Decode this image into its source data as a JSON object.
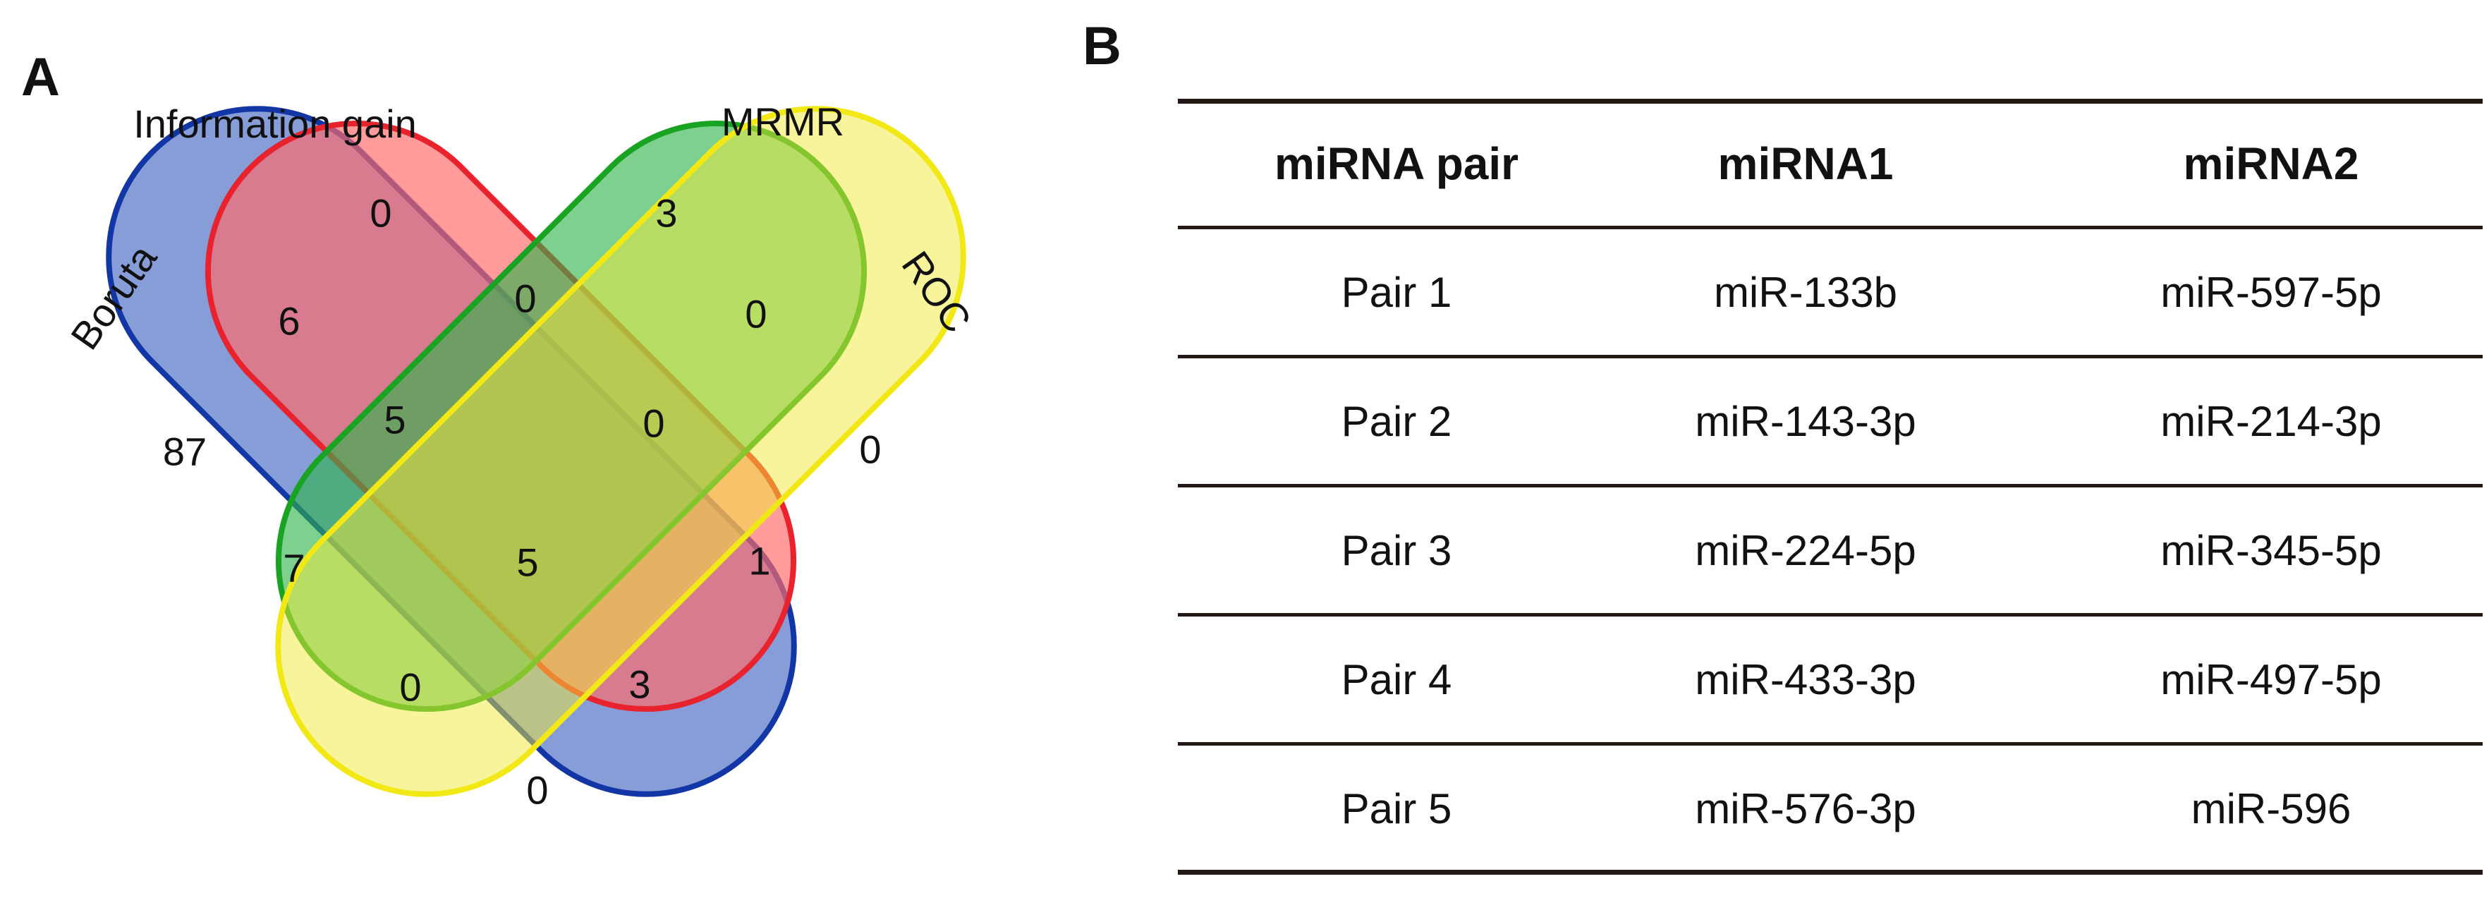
{
  "panel_a": {
    "label": "A",
    "sets": [
      {
        "name": "Information gain",
        "fill": "#ff6b6b",
        "stroke": "#e8232d"
      },
      {
        "name": "MRMR",
        "fill": "#2fb34a",
        "stroke": "#18a323"
      },
      {
        "name": "Boruta",
        "fill": "#4d6fc4",
        "stroke": "#1236a6"
      },
      {
        "name": "ROC",
        "fill": "#f2ea3a",
        "stroke": "#f2e815"
      }
    ],
    "counts": {
      "information_gain_only": "0",
      "mrmr_only": "3",
      "boruta_information_gain": "6",
      "information_gain_mrmr": "0",
      "mrmr_roc": "0",
      "boruta_only": "87",
      "boruta_information_gain_mrmr": "5",
      "information_gain_mrmr_roc": "0",
      "roc_only": "0",
      "boruta_mrmr": "7",
      "all_four": "5",
      "information_gain_roc": "1",
      "boruta_mrmr_roc": "0",
      "boruta_information_gain_roc": "3",
      "boruta_roc": "0"
    }
  },
  "panel_b": {
    "label": "B",
    "columns": [
      "miRNA pair",
      "miRNA1",
      "miRNA2"
    ],
    "rows": [
      [
        "Pair 1",
        "miR-133b",
        "miR-597-5p"
      ],
      [
        "Pair 2",
        "miR-143-3p",
        "miR-214-3p"
      ],
      [
        "Pair 3",
        "miR-224-5p",
        "miR-345-5p"
      ],
      [
        "Pair 4",
        "miR-433-3p",
        "miR-497-5p"
      ],
      [
        "Pair 5",
        "miR-576-3p",
        "miR-596"
      ]
    ]
  }
}
